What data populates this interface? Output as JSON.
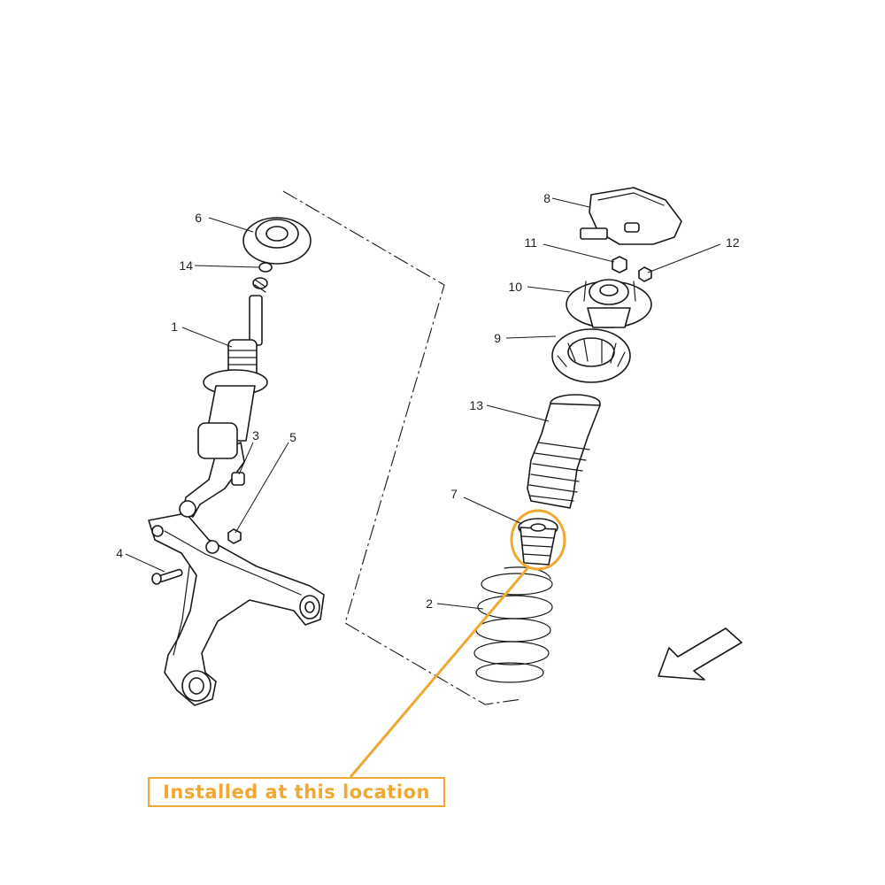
{
  "callouts": {
    "n1": "1",
    "n2": "2",
    "n3": "3",
    "n4": "4",
    "n5": "5",
    "n6": "6",
    "n7": "7",
    "n8": "8",
    "n9": "9",
    "n10": "10",
    "n11": "11",
    "n12": "12",
    "n13": "13",
    "n14": "14"
  },
  "highlight": {
    "label": "Installed at this location",
    "color": "#f0a830"
  },
  "icons": {
    "direction": "arrow-down-left-icon"
  }
}
